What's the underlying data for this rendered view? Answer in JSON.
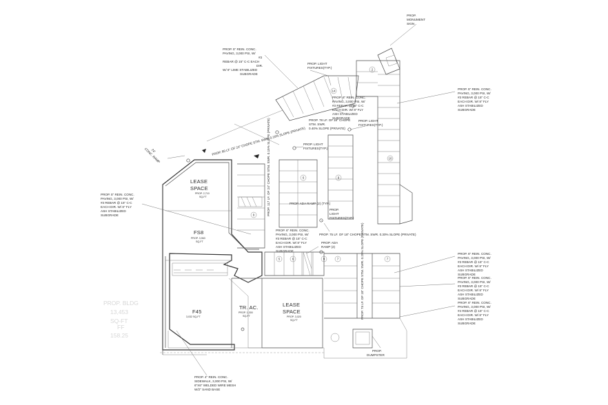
{
  "labels": {
    "monument": [
      "PROP.",
      "MONUMENT",
      "SIGN"
    ],
    "paving_top": [
      "PROP. 5\" REIN. CONC.",
      "PAVING, 3,000 PSI, W/",
      "#3",
      "REBAR @ 15\" C-C EACH",
      "DIR.",
      "W/ 6\" LIME STABILIZED",
      "SUBGRADE"
    ],
    "light_top": [
      "PROP. LIGHT",
      "FIXTURES(TYP.)"
    ],
    "paving_right_top": [
      "PROP. 5\" REIN. CONC.",
      "PAVING, 3,000 PSI, W/",
      "#3 REBAR @ 15\" C-C",
      "EACH DIR. W/ 8\" FLY",
      "ASH STABILIZED",
      "SUBGRADE"
    ],
    "paving_center": [
      "PROP. 6\" REIN. CONC.",
      "PAVING, 3,000 PSI, W/",
      "#3 REBAR @ 15\" C-C",
      "EACH DIR. W/ 8\" FLY",
      "ASH STABILIZED",
      "SUBGRADE"
    ],
    "storm_top": [
      "PROP. 78 LF. OF",
      "18\" CHOPE",
      "STM. SWR.",
      "0.40% SLOPE (PRIVATE)"
    ],
    "light_mid": [
      "PROP. LIGHT",
      "FIXTURES(TYP.)"
    ],
    "light_left": [
      "PROP. LIGHT",
      "FIXTURES(TYP.)"
    ],
    "storm_diag": "PROP. 80 LF. OF 24\" CHOPE STM. SWR. 0.16% SLOPE (PRIVATE)",
    "row_label": [
      "24'",
      "CONC. RAMP"
    ],
    "storm_vert": "PROP. 117 LF. OF 24\" CHOPE STM. SWR. 0.15% SLOPE (PRIVATE)",
    "ada_ramp_1": "PROP. ADA RAMP (2) (TYP.)",
    "paving_left": [
      "PROP. 5\" REIN. CONC.",
      "PAVING, 3,000 PSI, W/",
      "#3 REBAR @ 15\" C-C",
      "EACH DIR. W/ 8\" FLY",
      "ASH STABILIZED",
      "SUBGRADE"
    ],
    "light_low": [
      "PROP.",
      "LIGHT",
      "FIXTURES(TYP.)"
    ],
    "paving_mid": [
      "PROP. 6\" REIN. CONC.",
      "PAVING, 3,000 PSI, W/",
      "#3 REBAR @ 15\" C-C",
      "EACH DIR. W/ 8\" FLY",
      "ASH STABILIZED",
      "SUBGRADE"
    ],
    "storm_low": "PROP. 75 LF. OF 18\" CHOPE STM. SWR. 0.30% SLOPE (PRIVATE)",
    "ada_ramp_2": [
      "PROP. ADA",
      "RAMP (2)"
    ],
    "paving_right_a": [
      "PROP. 6\" REIN. CONC.",
      "PAVING, 3,000 PSI, W/",
      "#3 REBAR @ 15\" C-C",
      "EACH DIR. W/ 8\" FLY",
      "ASH STABILIZED",
      "SUBGRADE"
    ],
    "paving_right_b": [
      "PROP. 5\" REIN. CONC.",
      "PAVING, 3,000 PSI, W/",
      "#3 REBAR @ 15\" C-C",
      "EACH DIR. W/ 8\" FLY",
      "ASH STABILIZED",
      "SUBGRADE"
    ],
    "paving_right_c": [
      "PROP. 6\" REIN. CONC.",
      "PAVING, 3,000 PSI, W/",
      "#4 REBAR @ 15\" C-C",
      "EACH DIR. W/ 8\" FLY",
      "ASH STABILIZED",
      "SUBGRADE"
    ],
    "storm_right": "PROP. 74 LF. OF 18\" CHOPE STM. SWR. 0.25% SLOPE (PRIVATE)",
    "dumpster": [
      "PROP.",
      "DUMPSTER"
    ],
    "sidewalk": [
      "PROP. 4\" REIN. CONC.",
      "SIDEWALK, 3,000 PSI, W/",
      "6\"X6\" WELDED WIRE MESH",
      "W/2\" SAND BASE"
    ]
  },
  "rooms": {
    "lease_top": {
      "name": [
        "LEASE",
        "SPACE"
      ],
      "area": [
        "PROP. 2,710",
        "SQ-FT"
      ]
    },
    "fs8": {
      "name": "FS8",
      "area": [
        "PROP. 3,963",
        "SQ-FT"
      ]
    },
    "f45": {
      "name": "F45",
      "area": "3,032 SQ-FT"
    },
    "trac": {
      "name": "TR. AC.",
      "area": [
        "PROP. 1,300",
        "SQ-FT"
      ]
    },
    "lease_bottom": {
      "name": [
        "LEASE",
        "SPACE"
      ],
      "area": [
        "PROP. 3,020",
        "SQ-FT"
      ]
    }
  },
  "faint": [
    "PROP. BLDG",
    "13,453",
    "SQ-FT",
    "FF",
    "158.25"
  ],
  "stalls": [
    "2",
    "16",
    "9",
    "6",
    "9",
    "14",
    "9",
    "5",
    "7",
    "6",
    "7"
  ]
}
